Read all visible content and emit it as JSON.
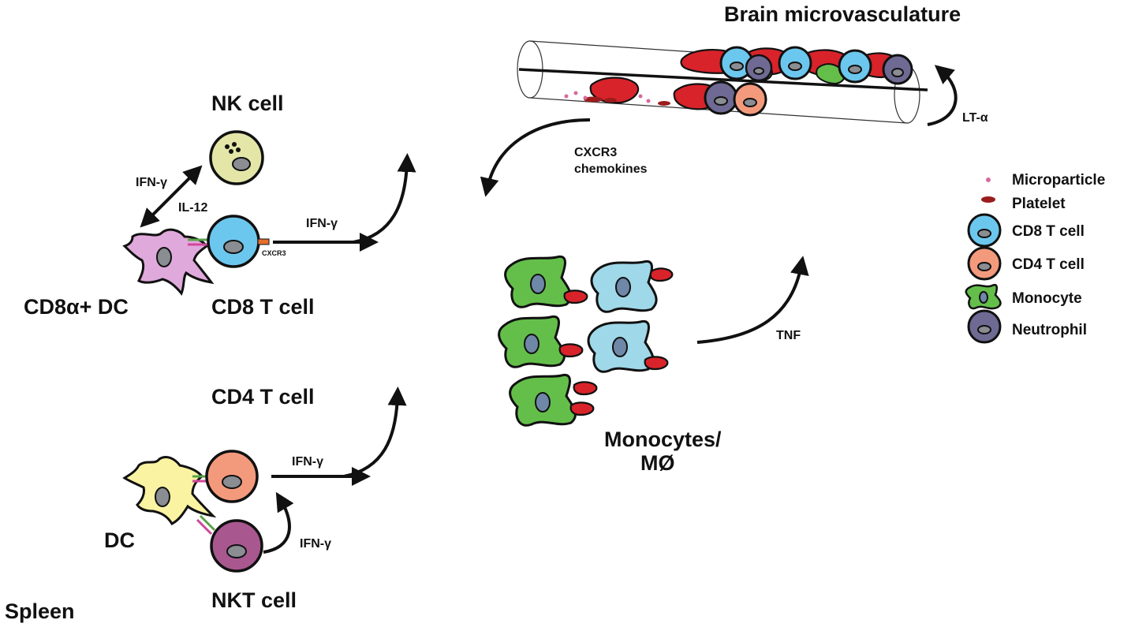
{
  "labels": {
    "nk_cell": "NK cell",
    "ifn_gamma": "IFN-γ",
    "il12": "IL-12",
    "cxcr3": "CXCR3",
    "cd8a_dc": "CD8α+ DC",
    "cd8_t_cell": "CD8 T cell",
    "cd4_t_cell": "CD4 T cell",
    "dc": "DC",
    "nkt_cell": "NKT cell",
    "spleen": "Spleen",
    "brain_microvasculature": "Brain microvasculature",
    "lt_alpha": "LT-α",
    "cxcr3_chemokines_line1": "CXCR3",
    "cxcr3_chemokines_line2": "chemokines",
    "monocytes_line1": "Monocytes/",
    "monocytes_line2": "MØ",
    "tnf": "TNF"
  },
  "legend": [
    {
      "name": "microparticle",
      "label": "Microparticle"
    },
    {
      "name": "platelet",
      "label": "Platelet"
    },
    {
      "name": "cd8-t-cell",
      "label": "CD8 T cell"
    },
    {
      "name": "cd4-t-cell",
      "label": "CD4 T cell"
    },
    {
      "name": "monocyte",
      "label": "Monocyte"
    },
    {
      "name": "neutrophil",
      "label": "Neutrophil"
    }
  ],
  "colors": {
    "nk_cell": "#e4e6a8",
    "cd8_t_cell": "#6cc7ee",
    "cd4_t_cell": "#f49a7c",
    "cd8a_dc": "#e0a9dc",
    "dc": "#faf3a2",
    "nkt_cell": "#a8588f",
    "monocyte": "#64bf4a",
    "macrophage": "#9fd8e8",
    "neutrophil": "#6e6a94",
    "red_cell": "#d8232a",
    "platelet": "#9b1c1c",
    "microparticle": "#d66a9e"
  }
}
